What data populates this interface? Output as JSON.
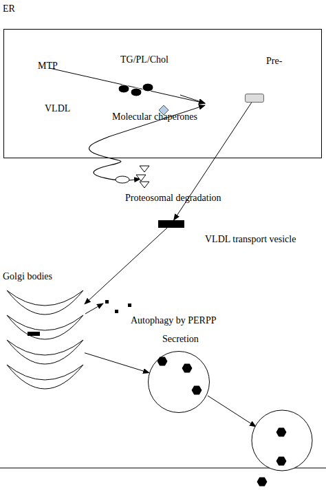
{
  "diagram": {
    "nodes": [
      {
        "text": [
          "ER"
        ]
      },
      {
        "text": [
          "Pre-"
        ],
        "in": 0
      },
      {
        "text": [
          "VLDL transport vesicle"
        ]
      },
      {
        "text": [
          "Golgi bodies"
        ]
      },
      {
        "text": [
          "Secretion"
        ]
      }
    ],
    "edges": [
      {
        "from": 1,
        "to": 2,
        "arrow": "to"
      },
      {
        "from": 2,
        "to": 3,
        "arrow": "to"
      },
      {
        "from": 3,
        "to": 4,
        "arrow": "to"
      }
    ],
    "labels": [
      "MTP",
      "TG/PL/Chol",
      "VLDL",
      "Molecular chaperones",
      "Proteosomal degradation",
      "Autophagy by PERPP"
    ]
  }
}
